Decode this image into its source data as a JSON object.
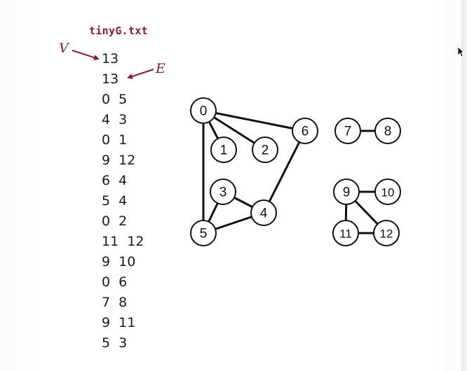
{
  "file": {
    "title": "tinyG.txt",
    "lines": [
      "13",
      "13",
      "0  5",
      "4  3",
      "0  1",
      "9  12",
      "6  4",
      "5  4",
      "0  2",
      "11  12",
      "9  10",
      "0  6",
      "7  8",
      "9  11",
      "5  3"
    ]
  },
  "annotations": {
    "v_label": "V",
    "e_label": "E",
    "color": "#8b1a3a"
  },
  "graph": {
    "vertices": [
      "0",
      "1",
      "2",
      "3",
      "4",
      "5",
      "6",
      "7",
      "8",
      "9",
      "10",
      "11",
      "12"
    ],
    "edges": [
      [
        "0",
        "5"
      ],
      [
        "4",
        "3"
      ],
      [
        "0",
        "1"
      ],
      [
        "9",
        "12"
      ],
      [
        "6",
        "4"
      ],
      [
        "5",
        "4"
      ],
      [
        "0",
        "2"
      ],
      [
        "11",
        "12"
      ],
      [
        "9",
        "10"
      ],
      [
        "0",
        "6"
      ],
      [
        "7",
        "8"
      ],
      [
        "9",
        "11"
      ],
      [
        "5",
        "3"
      ]
    ]
  }
}
